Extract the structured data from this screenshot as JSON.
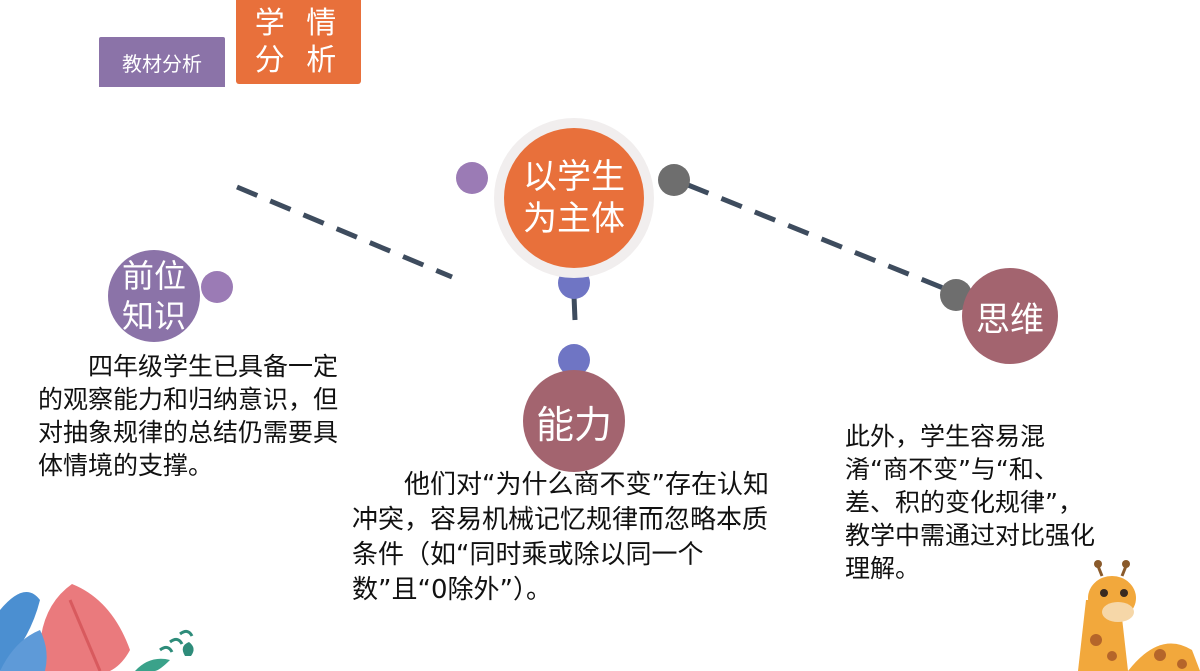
{
  "tabs": {
    "material_analysis": "教材分析",
    "student_analysis_line1": "学 情",
    "student_analysis_line2": "分 析"
  },
  "center": {
    "line1": "以学生",
    "line2": "为主体"
  },
  "nodes": {
    "prior_knowledge": {
      "line1": "前位",
      "line2": "知识"
    },
    "ability": "能力",
    "thinking": "思维"
  },
  "paragraphs": {
    "prior_knowledge": "　　四年级学生已具备一定的观察能力和归纳意识，但对抽象规律的总结仍需要具体情境的支撑。",
    "ability": "　　他们对“为什么商不变”存在认知冲突，容易机械记忆规律而忽略本质条件（如“同时乘或除以同一个数”且“0除外”）。",
    "thinking": "此外，学生容易混淆“商不变”与“和、差、积的变化规律”，教学中需通过对比强化理解。"
  },
  "colors": {
    "orange": "#e8703b",
    "purple": "#8b73a8",
    "mauve": "#a3646f",
    "dot_purple": "#9b7bb5",
    "dot_blue": "#6f75c4",
    "dot_gray": "#6e6e6e",
    "dash_line": "#3e4c5e",
    "ring": "#f1eeee"
  }
}
